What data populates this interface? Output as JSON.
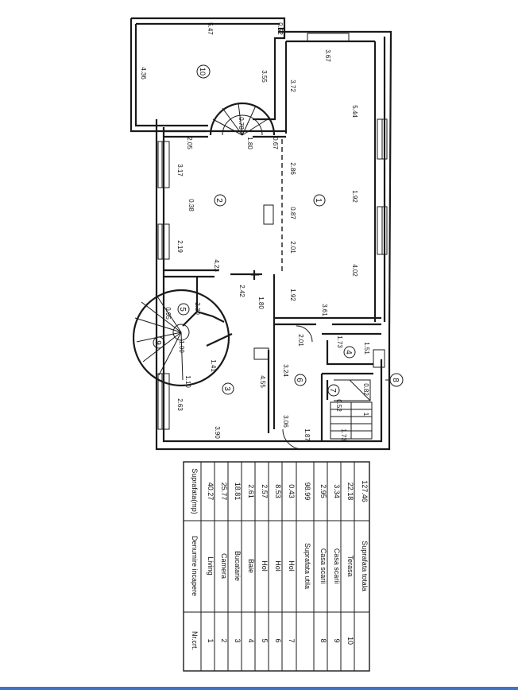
{
  "dimensions": {
    "d547": "5.47",
    "d052": "0.52",
    "d436": "4.36",
    "d355": "3.55",
    "d078": "0.78",
    "d372": "3.72",
    "d367": "3.67",
    "d544": "5.44",
    "d205": "2.05",
    "d180": "1.80",
    "d067": "0.67",
    "d317": "3.17",
    "d286": "2.86",
    "d038": "0.38",
    "d087": "0.87",
    "d192a": "1.92",
    "d219": "2.19",
    "d201": "2.01",
    "d402": "4.02",
    "d423": "4.23",
    "d242": "2.42",
    "d192b": "1.92",
    "d361": "3.61",
    "d180b": "1.80",
    "d230": "2.30",
    "d095": "0.95",
    "d100": "1.00",
    "d201b": "2.01",
    "d173": "1.73",
    "d151": "1.51",
    "d141": "1.41",
    "d455": "4.55",
    "d324": "3.24",
    "d110": "1.10",
    "d263": "2.63",
    "d306": "3.06",
    "d390": "3.90",
    "d187": "1.87",
    "d082": "0.82",
    "d052b": "0.52",
    "d1": "1",
    "d173b": "1.73"
  },
  "room_numbers": {
    "r1": "1",
    "r2": "2",
    "r3": "3",
    "r4": "4",
    "r5": "5",
    "r6": "6",
    "r7": "7",
    "r8": "8",
    "r9": "9",
    "r10": "10"
  },
  "table": {
    "headers": [
      "Nr.crt.",
      "Denumire incapere",
      "Suprafata(mp)"
    ],
    "rows": [
      [
        "1",
        "Living",
        "40.27"
      ],
      [
        "2",
        "Camera",
        "25.77"
      ],
      [
        "3",
        "Bucatarie",
        "18.81"
      ],
      [
        "4",
        "Baie",
        "2.61"
      ],
      [
        "5",
        "Hol",
        "2.57"
      ],
      [
        "6",
        "Hol",
        "8.53"
      ],
      [
        "7",
        "Hol",
        "0.43"
      ],
      [
        "",
        "Suprafata utila",
        "98.99"
      ],
      [
        "8",
        "Casa scarii",
        "2.95"
      ],
      [
        "9",
        "Casa scarii",
        "3.34"
      ],
      [
        "10",
        "Terasa",
        "22.18"
      ],
      [
        "",
        "Suprafata totala",
        "127.46"
      ]
    ]
  }
}
